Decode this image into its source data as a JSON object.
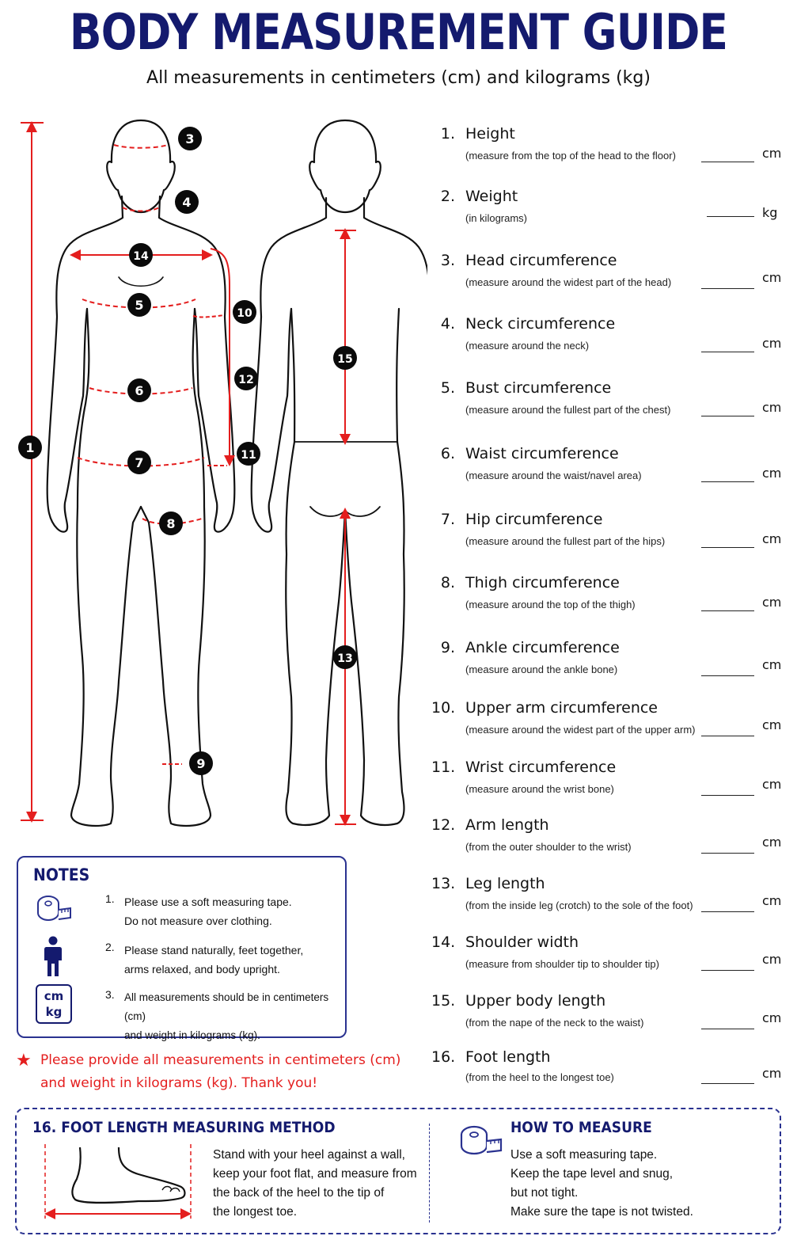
{
  "title": "BODY MEASUREMENT GUIDE",
  "subtitle": "All measurements in centimeters (cm) and kilograms (kg)",
  "figure_markers": [
    "1",
    "3",
    "4",
    "5",
    "6",
    "7",
    "8",
    "9",
    "10",
    "11",
    "12",
    "13",
    "14",
    "15"
  ],
  "measurements": [
    {
      "num": "1.",
      "name": "Height",
      "desc": "(measure from the top of the head to the floor)",
      "unit": "cm"
    },
    {
      "num": "2.",
      "name": "Weight",
      "desc": "(in kilograms)",
      "unit": "kg"
    },
    {
      "num": "3.",
      "name": "Head circumference",
      "desc": "(measure around the widest part of the head)",
      "unit": "cm"
    },
    {
      "num": "4.",
      "name": "Neck circumference",
      "desc": "(measure around the neck)",
      "unit": "cm"
    },
    {
      "num": "5.",
      "name": "Bust circumference",
      "desc": "(measure around the fullest part of the chest)",
      "unit": "cm"
    },
    {
      "num": "6.",
      "name": "Waist circumference",
      "desc": "(measure around the waist/navel area)",
      "unit": "cm"
    },
    {
      "num": "7.",
      "name": "Hip circumference",
      "desc": "(measure around the fullest part of the hips)",
      "unit": "cm"
    },
    {
      "num": "8.",
      "name": "Thigh circumference",
      "desc": "(measure around the top of the thigh)",
      "unit": "cm"
    },
    {
      "num": "9.",
      "name": "Ankle circumference",
      "desc": "(measure around the ankle bone)",
      "unit": "cm"
    },
    {
      "num": "10.",
      "name": "Upper arm circumference",
      "desc": "(measure around the widest part of the upper arm)",
      "unit": "cm"
    },
    {
      "num": "11.",
      "name": "Wrist circumference",
      "desc": "(measure around the wrist bone)",
      "unit": "cm"
    },
    {
      "num": "12.",
      "name": "Arm length",
      "desc": "(from the outer shoulder to the wrist)",
      "unit": "cm"
    },
    {
      "num": "13.",
      "name": "Leg length",
      "desc": "(from the inside leg (crotch) to the sole of the foot)",
      "unit": "cm"
    },
    {
      "num": "14.",
      "name": "Shoulder width",
      "desc": "(measure from shoulder tip to shoulder tip)",
      "unit": "cm"
    },
    {
      "num": "15.",
      "name": "Upper body length",
      "desc": "(from the nape of the neck to the waist)",
      "unit": "cm"
    },
    {
      "num": "16.",
      "name": "Foot length",
      "desc": "(from the heel to the longest toe)",
      "unit": "cm"
    }
  ],
  "notes": {
    "title": "NOTES",
    "items": [
      {
        "num": "1.",
        "lines": [
          "Please use a soft measuring tape.",
          "Do not measure over clothing."
        ],
        "icon": "measuring-tape-icon"
      },
      {
        "num": "2.",
        "lines": [
          "Please stand naturally, feet together,",
          "arms relaxed, and body upright."
        ],
        "icon": "person-icon"
      },
      {
        "num": "3.",
        "lines": [
          "All measurements should be in centimeters (cm)",
          "and weight in kilograms (kg)."
        ],
        "icon": "units-icon"
      }
    ],
    "units_icon_text": [
      "cm",
      "kg"
    ]
  },
  "thanks": {
    "star": "★",
    "lines": [
      "Please provide all measurements in centimeters (cm)",
      "and weight in kilograms (kg). Thank you!"
    ]
  },
  "foot_method": {
    "title": "16. FOOT LENGTH MEASURING METHOD",
    "lines": [
      "Stand with your heel against a wall,",
      "keep your foot flat, and measure from",
      "the back of the heel to the tip of",
      "the longest toe."
    ]
  },
  "how_to": {
    "title": "HOW TO MEASURE",
    "lines": [
      "Use a soft measuring tape.",
      "Keep the tape level and snug,",
      "but not tight.",
      "Make sure the tape is not twisted."
    ]
  },
  "colors": {
    "navy": "#141a6e",
    "red": "#e41e1e",
    "border": "#2a3290"
  }
}
